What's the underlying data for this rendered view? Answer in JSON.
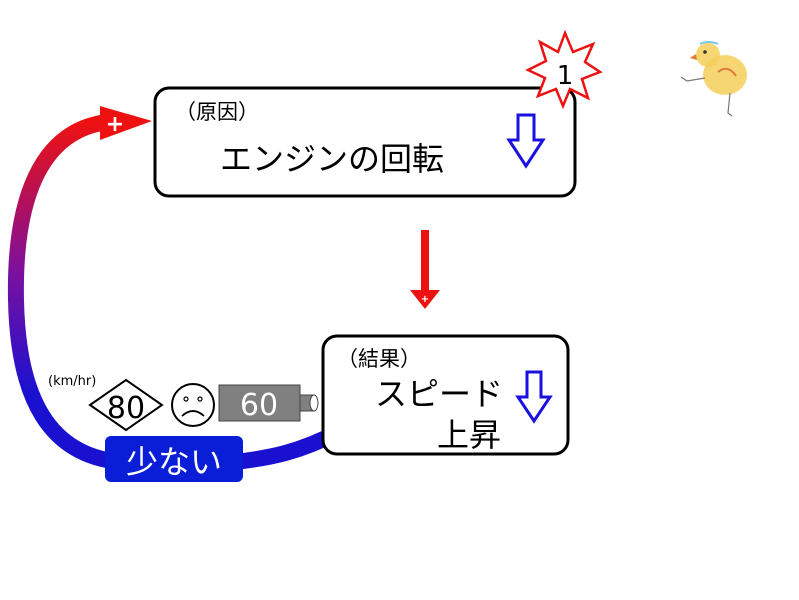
{
  "cause": {
    "label": "（原因）",
    "title": "エンジンの回転",
    "trend": "down"
  },
  "badge": {
    "number": "1"
  },
  "result": {
    "label": "（結果）",
    "title": "スピード",
    "subtitle": "上昇",
    "trend": "down"
  },
  "connector": {
    "sign_top": "+",
    "sign_down": "+",
    "tag": "少ない"
  },
  "speed": {
    "unit": "(km/hr)",
    "limit": "80",
    "current": "60",
    "mood": "sad-face"
  },
  "colors": {
    "red": "#ee1111",
    "blue": "#1a10d0",
    "tag_bg": "#0a1ed8",
    "meter_bg": "#808080"
  }
}
